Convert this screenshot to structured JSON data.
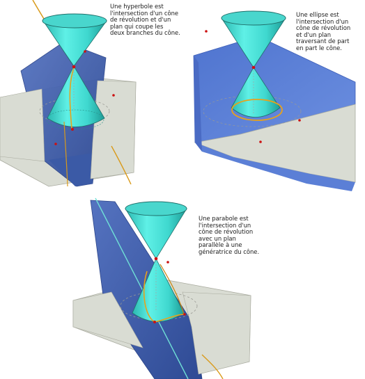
{
  "captions": {
    "hyperbole": "Une hyperbole est\nl'intersection d'un cône\nde révolution et d'un\nplan qui coupe les\ndeux branches du cône.",
    "ellipse": "Une ellipse est\nl'intersection d'un\ncône de révolution\net d'un plan\ntraversant de part\nen part le cône.",
    "parabole": "Une parabole est\nl'intersection d'un\ncône de révolution\navec un plan\nparallèle à une\ngénératrice du cône."
  },
  "colors": {
    "cone_fill": "#3fd8cf",
    "cone_rim": "#1f6f6a",
    "cutting_plane": "#3e5fae",
    "base_plane": "#d9dcd3",
    "curve": "#e8a21a",
    "point": "#cc1111",
    "axis_line": "#c8860f"
  },
  "panels": [
    {
      "name": "hyperbole",
      "curve_type": "hyperbola"
    },
    {
      "name": "ellipse",
      "curve_type": "ellipse"
    },
    {
      "name": "parabole",
      "curve_type": "parabola"
    }
  ]
}
